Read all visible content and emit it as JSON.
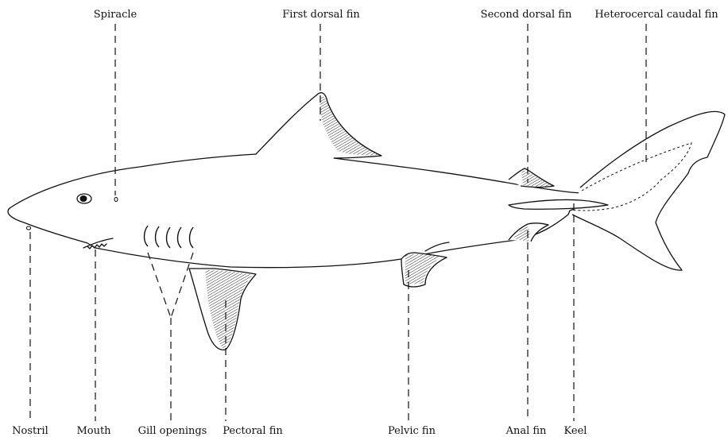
{
  "diagram": {
    "labels": {
      "spiracle": "Spiracle",
      "first_dorsal_fin": "First dorsal fin",
      "second_dorsal_fin": "Second dorsal fin",
      "caudal_fin": "Heterocercal caudal fin",
      "nostril": "Nostril",
      "mouth": "Mouth",
      "gill_openings": "Gill openings",
      "pectoral_fin": "Pectoral fin",
      "pelvic_fin": "Pelvic fin",
      "anal_fin": "Anal fin",
      "keel": "Keel"
    },
    "colors": {
      "ink": "#111111",
      "background": "#ffffff"
    }
  }
}
